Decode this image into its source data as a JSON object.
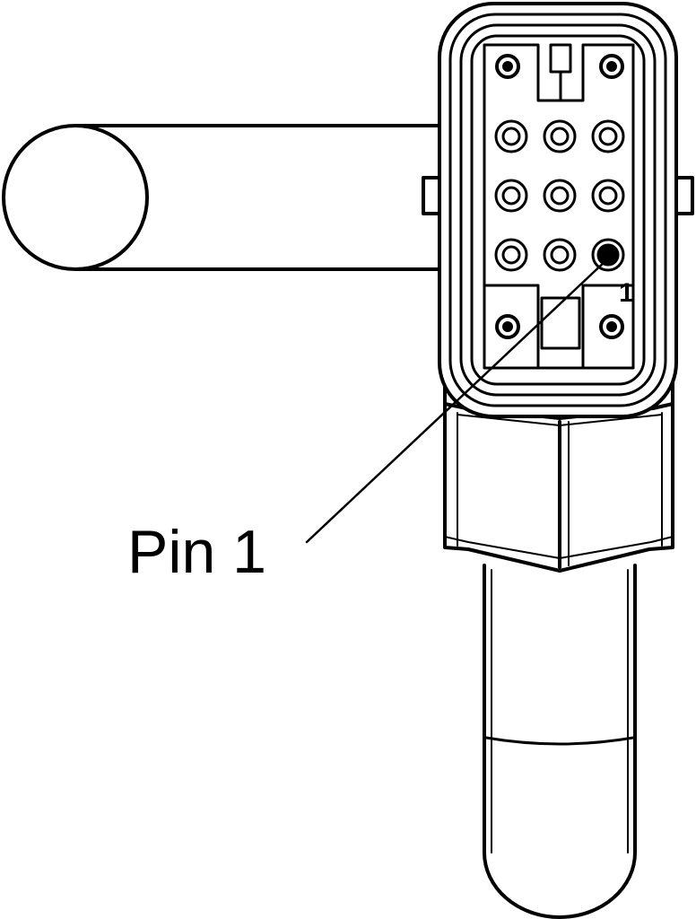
{
  "diagram": {
    "callout_label": "Pin 1",
    "pin_marker": "1",
    "colors": {
      "line": "#000000",
      "background": "#ffffff",
      "pin1_fill": "#000000"
    },
    "pins": [
      {
        "name": "pin-row1-col1"
      },
      {
        "name": "pin-row1-col2"
      },
      {
        "name": "pin-row1-col3"
      },
      {
        "name": "pin-row2-col1"
      },
      {
        "name": "pin-row2-col2"
      },
      {
        "name": "pin-row2-col3"
      },
      {
        "name": "pin-row3-col1"
      },
      {
        "name": "pin-row3-col2"
      },
      {
        "name": "pin-1"
      }
    ]
  }
}
